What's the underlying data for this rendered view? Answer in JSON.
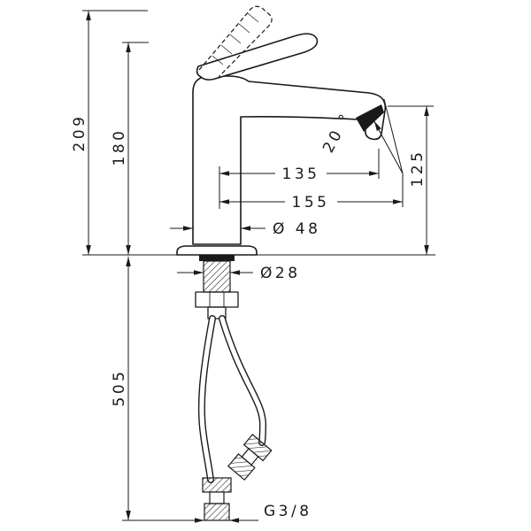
{
  "line_color": "#1a1a1a",
  "background_color": "#ffffff",
  "labels": {
    "height_total": "209",
    "height_body": "180",
    "reach_aerator": "135",
    "reach_tip": "155",
    "spout_angle": "20 °",
    "outlet_height": "125",
    "base_diameter": "Ø 48",
    "hole_diameter": "Ø28",
    "hose_length": "505",
    "connection": "G3/8"
  }
}
